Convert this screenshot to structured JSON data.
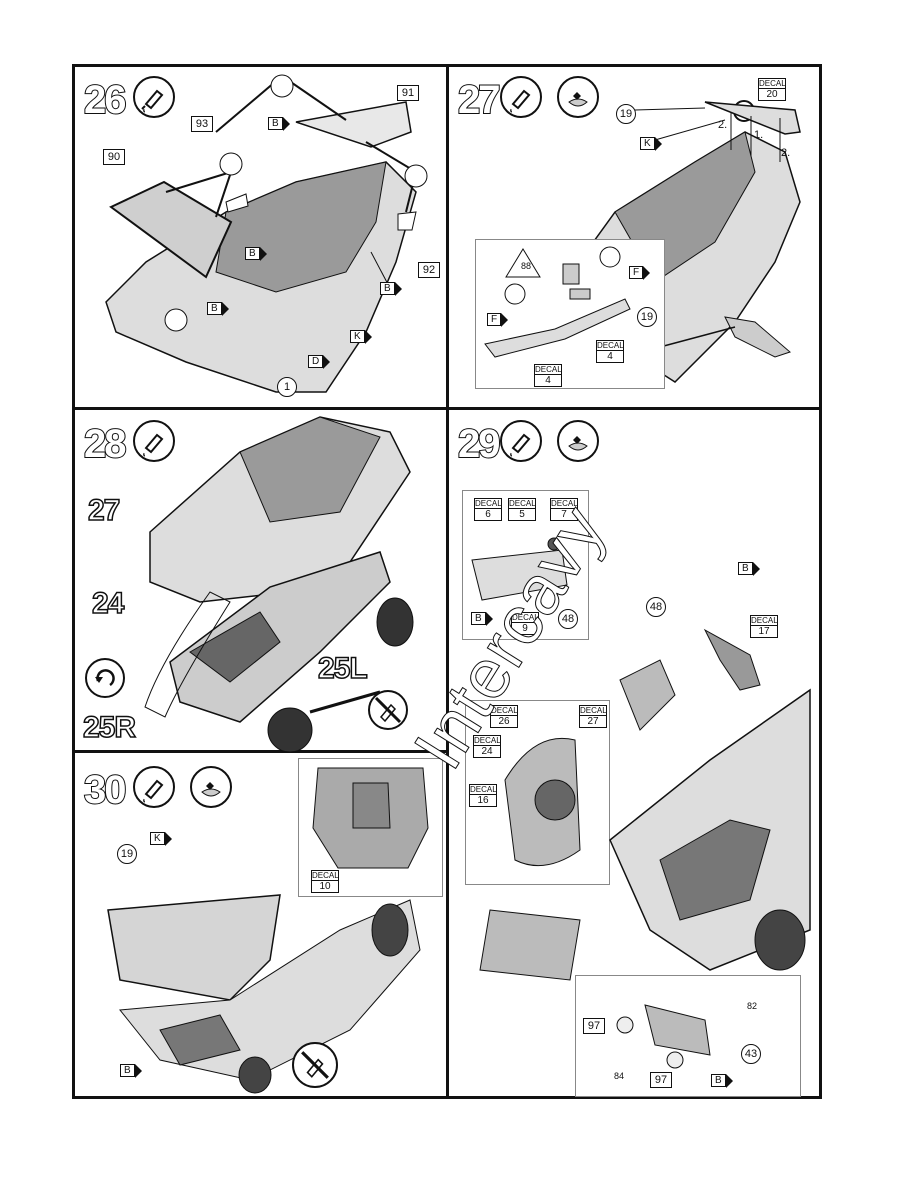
{
  "steps": {
    "s26": {
      "number": "26"
    },
    "s27": {
      "number": "27"
    },
    "s28": {
      "number": "28"
    },
    "s29": {
      "number": "29"
    },
    "s30": {
      "number": "30"
    }
  },
  "labels": {
    "p90": "90",
    "p91": "91",
    "p92": "92",
    "p93": "93",
    "p1": "1",
    "p19": "19",
    "p48": "48",
    "p43": "43",
    "p97": "97",
    "p82": "82",
    "p84": "84",
    "p88": "88",
    "b": "B",
    "k": "K",
    "d": "D",
    "f": "F",
    "one": "1.",
    "two": "2.",
    "question": "?",
    "p27": "27",
    "p24": "24",
    "p25l": "25L",
    "p25r": "25R"
  },
  "decals": {
    "word": "DECAL",
    "d20": "20",
    "d4": "4",
    "d6": "6",
    "d5": "5",
    "d7": "7",
    "d9": "9",
    "d17": "17",
    "d26": "26",
    "d27": "27",
    "d24": "24",
    "d16": "16",
    "d10": "10"
  },
  "watermark": "Intercavy",
  "icons": [
    "glue-tube-icon",
    "paint-icon",
    "decal-apply-icon",
    "no-glue-icon",
    "rotate-icon",
    "question-icon"
  ]
}
